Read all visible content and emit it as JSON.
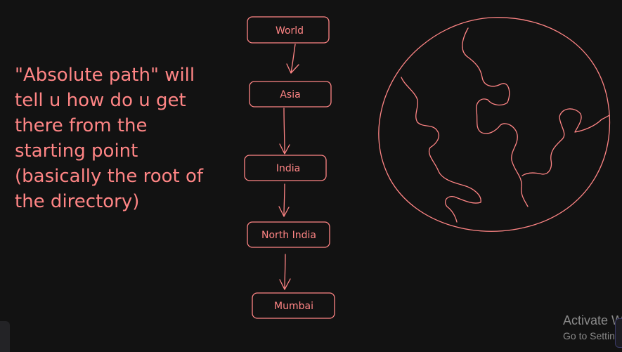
{
  "note": {
    "lines": [
      "\"Absolute path\" will",
      "tell u how do u get",
      "there from the",
      "starting point",
      "(basically the root of",
      "the directory)"
    ]
  },
  "hierarchy": {
    "nodes": [
      "World",
      "Asia",
      "India",
      "North India",
      "Mumbai"
    ]
  },
  "watermark": {
    "title": "Activate W",
    "subtitle": "Go to Setting"
  },
  "icons": {
    "globe": "globe-sketch-icon",
    "arrow": "arrow-down-icon"
  },
  "colors": {
    "background": "#121212",
    "stroke": "#ff8585",
    "watermark": "#8a8a8a"
  }
}
